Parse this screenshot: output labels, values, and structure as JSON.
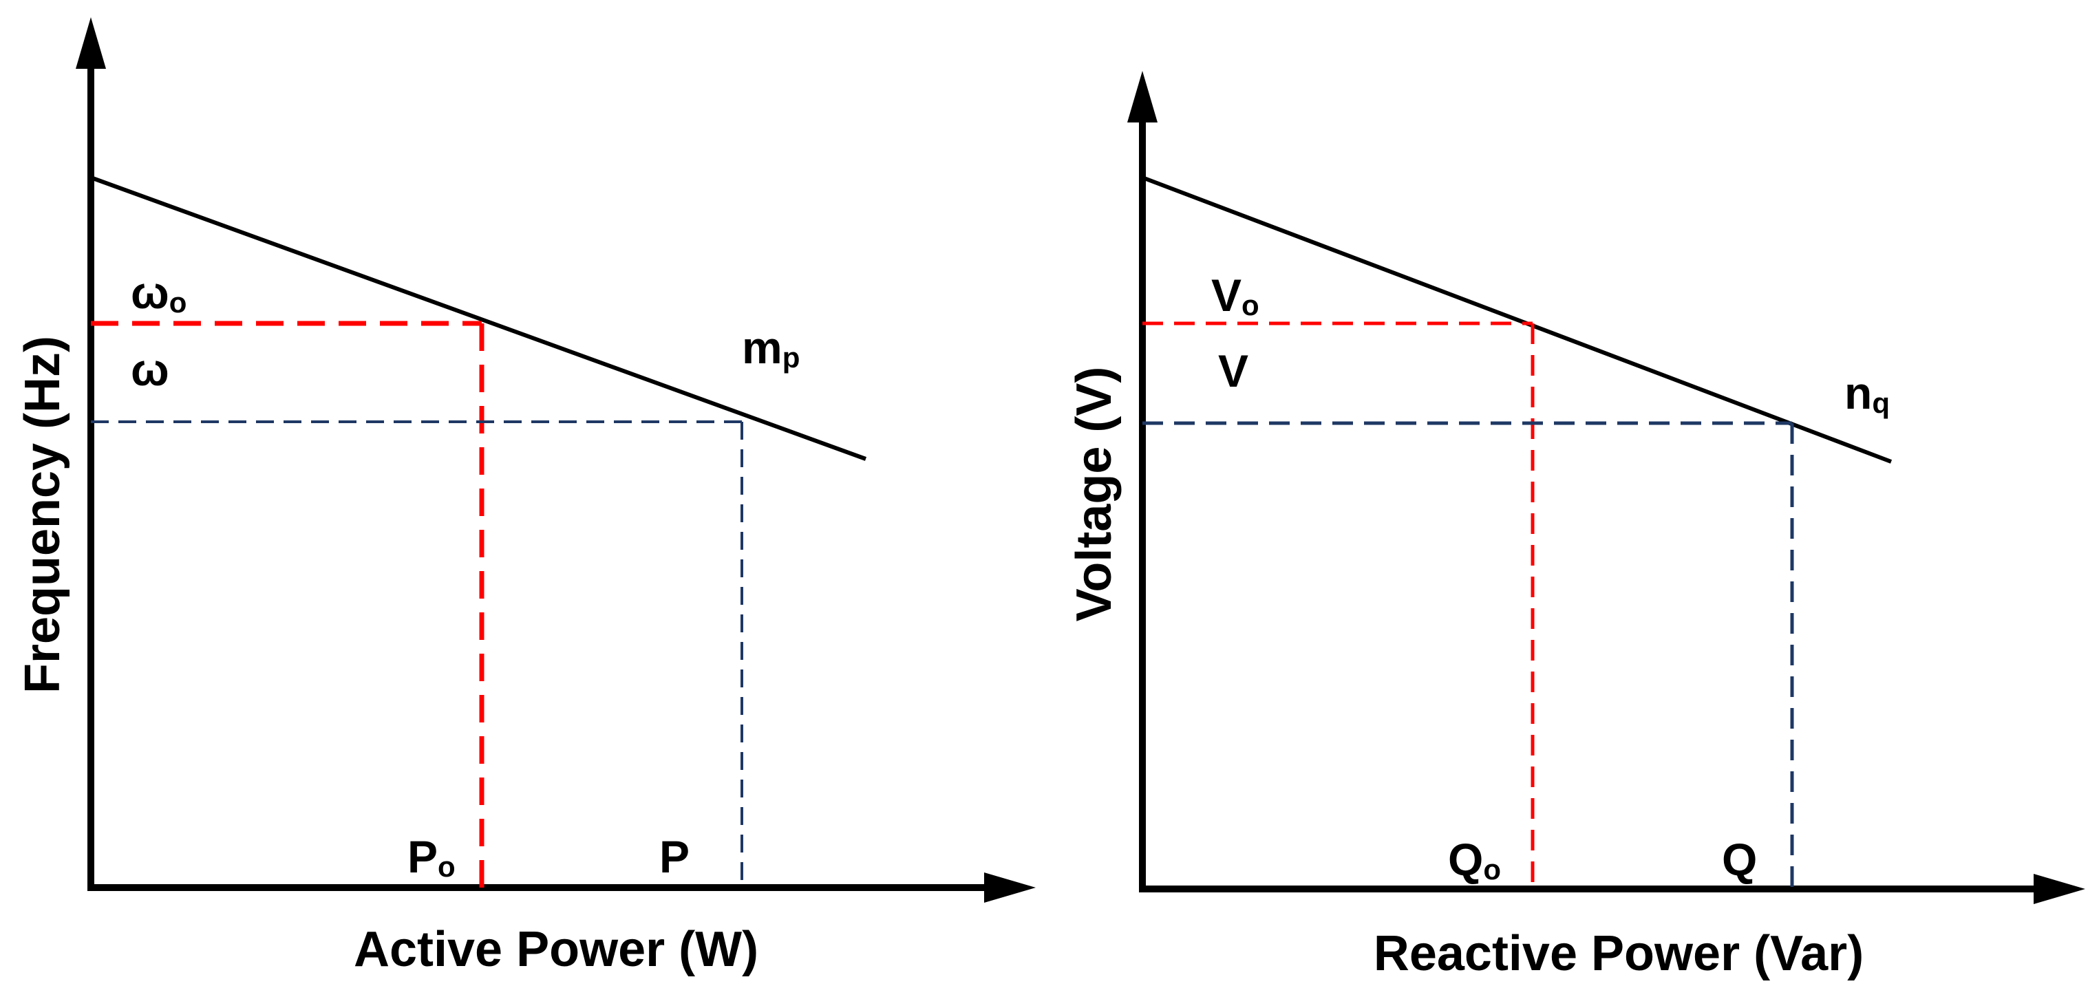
{
  "colors": {
    "axis": "#000000",
    "droop_line": "#000000",
    "nominal_dash": "#ff0000",
    "operating_dash": "#1f3864"
  },
  "frequency_chart": {
    "x_axis_label": "Active Power (W)",
    "y_axis_label": "Frequency (Hz)",
    "nominal_y": {
      "main": "ω",
      "sub": "o"
    },
    "operating_y": {
      "main": "ω",
      "sub": ""
    },
    "nominal_x": {
      "main": "P",
      "sub": "o"
    },
    "operating_x": {
      "main": "P",
      "sub": ""
    },
    "slope": {
      "main": "m",
      "sub": "p"
    }
  },
  "voltage_chart": {
    "x_axis_label": "Reactive Power (Var)",
    "y_axis_label": "Voltage (V)",
    "nominal_y": {
      "main": "V",
      "sub": "o"
    },
    "operating_y": {
      "main": "V",
      "sub": ""
    },
    "nominal_x": {
      "main": "Q",
      "sub": "o"
    },
    "operating_x": {
      "main": "Q",
      "sub": ""
    },
    "slope": {
      "main": "n",
      "sub": "q"
    }
  }
}
